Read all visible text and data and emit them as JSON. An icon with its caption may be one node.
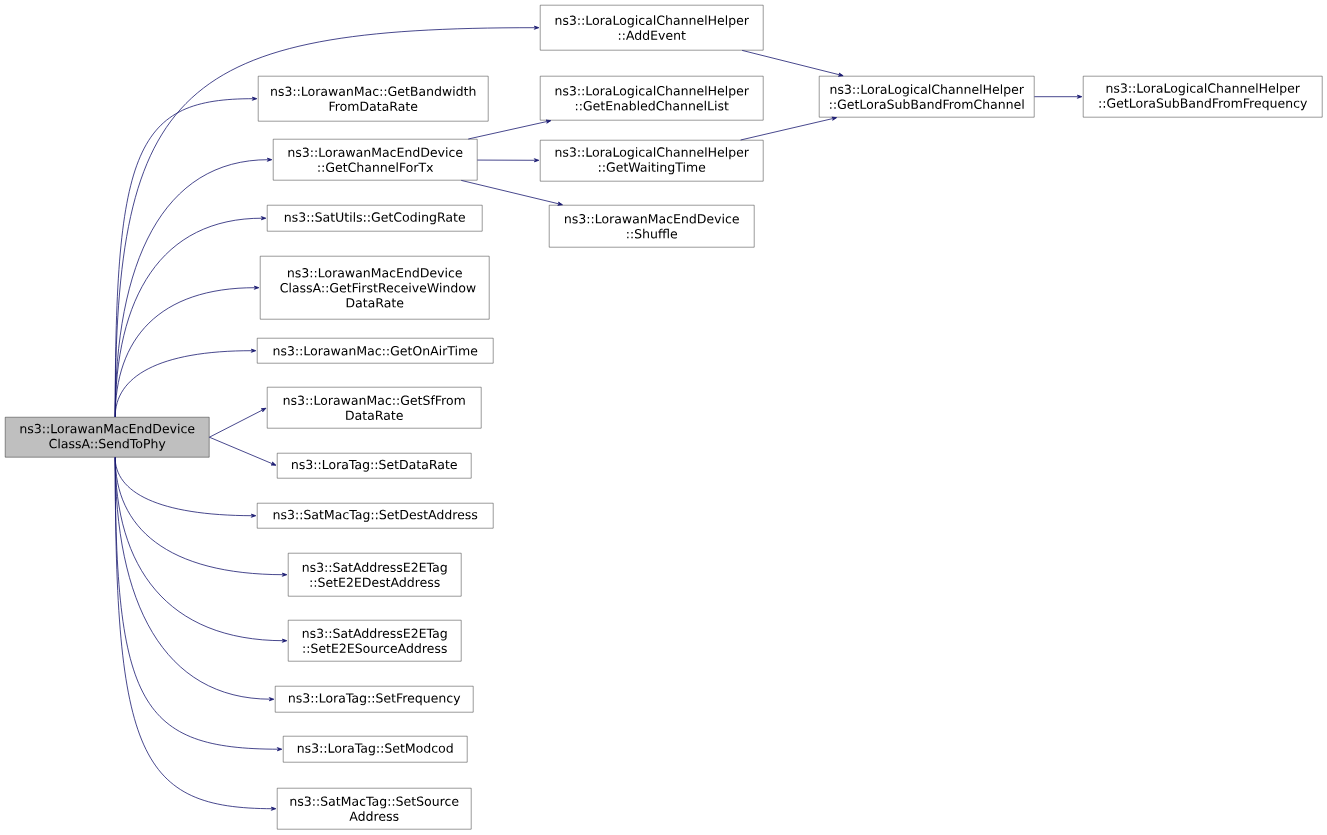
{
  "diagram": {
    "nodes": [
      {
        "text": [
          "ns3::LorawanMacEndDevice ClassA::SendToPhy"
        ]
      },
      {
        "text": [
          "ns3::LoraLogicalChannelHelper ::AddEvent"
        ]
      },
      {
        "text": [
          "ns3::LorawanMac::GetBandwidth FromDataRate"
        ]
      },
      {
        "text": [
          "ns3::LorawanMacEndDevice ::GetChannelForTx"
        ]
      },
      {
        "text": [
          "ns3::SatUtils::GetCodingRate"
        ]
      },
      {
        "text": [
          "ns3::LorawanMacEndDevice ClassA::GetFirstReceiveWindow DataRate"
        ]
      },
      {
        "text": [
          "ns3::LorawanMac::GetOnAirTime"
        ]
      },
      {
        "text": [
          "ns3::LorawanMac::GetSfFrom DataRate"
        ]
      },
      {
        "text": [
          "ns3::LoraTag::SetDataRate"
        ]
      },
      {
        "text": [
          "ns3::SatMacTag::SetDestAddress"
        ]
      },
      {
        "text": [
          "ns3::SatAddressE2ETag ::SetE2EDestAddress"
        ]
      },
      {
        "text": [
          "ns3::SatAddressE2ETag ::SetE2ESourceAddress"
        ]
      },
      {
        "text": [
          "ns3::LoraTag::SetFrequency"
        ]
      },
      {
        "text": [
          "ns3::LoraTag::SetModcod"
        ]
      },
      {
        "text": [
          "ns3::SatMacTag::SetSource Address"
        ]
      },
      {
        "text": [
          "ns3::LoraLogicalChannelHelper ::GetEnabledChannelList"
        ]
      },
      {
        "text": [
          "ns3::LoraLogicalChannelHelper ::GetWaitingTime"
        ]
      },
      {
        "text": [
          "ns3::LorawanMacEndDevice ::Shuffle"
        ]
      },
      {
        "text": [
          "ns3::LoraLogicalChannelHelper ::GetLoraSubBandFromChannel"
        ]
      },
      {
        "text": [
          "ns3::LoraLogicalChannelHelper ::GetLoraSubBandFromFrequency"
        ]
      }
    ],
    "edges": [
      {
        "from": 0,
        "to": 1,
        "arrow": "to"
      },
      {
        "from": 0,
        "to": 2,
        "arrow": "to"
      },
      {
        "from": 0,
        "to": 3,
        "arrow": "to"
      },
      {
        "from": 0,
        "to": 4,
        "arrow": "to"
      },
      {
        "from": 0,
        "to": 5,
        "arrow": "to"
      },
      {
        "from": 0,
        "to": 6,
        "arrow": "to"
      },
      {
        "from": 0,
        "to": 7,
        "arrow": "to"
      },
      {
        "from": 0,
        "to": 8,
        "arrow": "to"
      },
      {
        "from": 0,
        "to": 9,
        "arrow": "to"
      },
      {
        "from": 0,
        "to": 10,
        "arrow": "to"
      },
      {
        "from": 0,
        "to": 11,
        "arrow": "to"
      },
      {
        "from": 0,
        "to": 12,
        "arrow": "to"
      },
      {
        "from": 0,
        "to": 13,
        "arrow": "to"
      },
      {
        "from": 0,
        "to": 14,
        "arrow": "to"
      },
      {
        "from": 3,
        "to": 15,
        "arrow": "to"
      },
      {
        "from": 3,
        "to": 16,
        "arrow": "to"
      },
      {
        "from": 3,
        "to": 17,
        "arrow": "to"
      },
      {
        "from": 1,
        "to": 18,
        "arrow": "to"
      },
      {
        "from": 16,
        "to": 18,
        "arrow": "to"
      },
      {
        "from": 18,
        "to": 19,
        "arrow": "to"
      }
    ]
  }
}
